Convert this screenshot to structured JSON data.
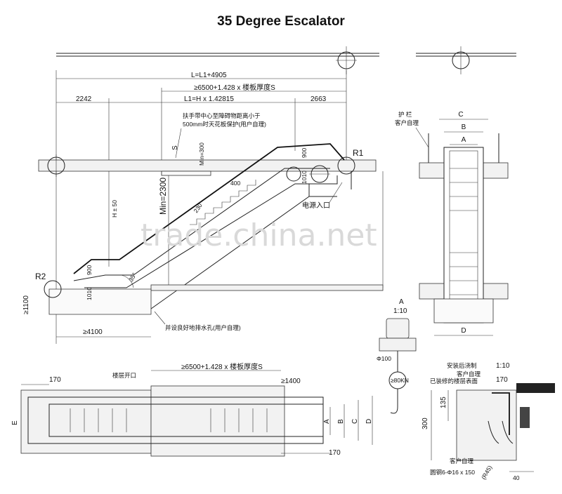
{
  "title": "35 Degree Escalator",
  "watermark": "trade.china.net",
  "elevation": {
    "total_length": "L=L1+4905",
    "min_opening": "≥6500+1.428 x 楼板厚度S",
    "dim_left": "2242",
    "dim_right": "2663",
    "dim_l1": "L1=H x 1.42815",
    "note_ceiling": "扶手带中心至障碍物距离小于",
    "note_ceiling_2": "500mm时天花板保护(用户自理)",
    "dim_s": "S",
    "dim_min300": "Min=300",
    "dim_900_top": "900",
    "dim_1010_top": "1010",
    "label_r1": "R1",
    "dim_400": "400",
    "dim_230": "230",
    "dim_h_min": "Min=2300",
    "dim_h_tol": "H ± 50",
    "label_power": "电源入口",
    "label_r2": "R2",
    "dim_900_bot": "900",
    "dim_1010_bot": "1010",
    "dim_1100": "≥1100",
    "dim_angle": "35°",
    "dim_4100": "≥4100",
    "note_drain": "并设良好地排水孔(用户自理)"
  },
  "section": {
    "label_guard": "护 栏",
    "label_guard_2": "客户自理",
    "dim_c": "C",
    "dim_b": "B",
    "dim_a": "A",
    "dim_d": "D"
  },
  "detail_a": {
    "title": "A",
    "scale": "1:10",
    "dim_100": "Φ100",
    "load": "≥80KN"
  },
  "plan": {
    "dim_170_left": "170",
    "label_opening": "楼层开口",
    "min_opening": "≥6500+1.428 x 楼板厚度S",
    "dim_1400": "≥1400",
    "dim_e": "E",
    "dim_a": "A",
    "dim_b": "B",
    "dim_c": "C",
    "dim_d": "D",
    "dim_170_bottom": "170"
  },
  "detail_support": {
    "scale": "1:10",
    "note_1": "安装后浇制",
    "note_2": "客户自理",
    "note_3": "已装修的楼层表面",
    "dim_170": "170",
    "dim_135": "135",
    "dim_300": "300",
    "note_4": "客户自理",
    "note_5": "圆钢6-Φ16 x 150",
    "dim_r45": "(R45)",
    "dim_40": "40"
  }
}
